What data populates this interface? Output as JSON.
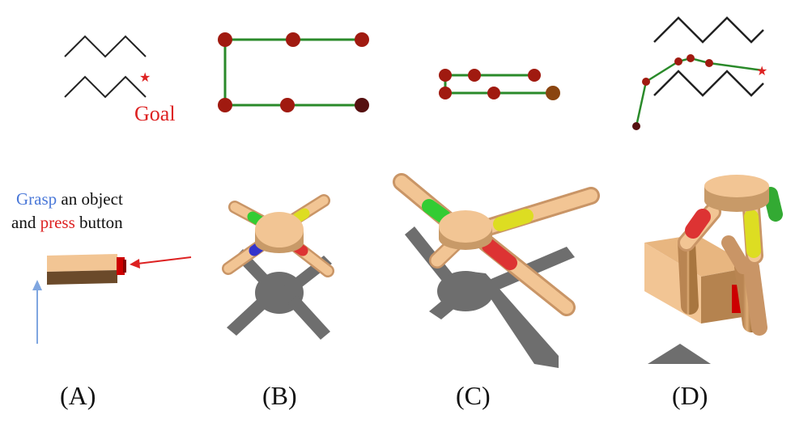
{
  "panel_a": {
    "goal_label": "Goal",
    "line1": {
      "word1": "Grasp",
      "rest": " an object"
    },
    "line2": {
      "word0": "and ",
      "word1": "press",
      "rest": " button"
    }
  },
  "captions": [
    "(A)",
    "(B)",
    "(C)",
    "(D)"
  ],
  "colors": {
    "red": "#dd2222",
    "blue": "#4a78d8",
    "green": "#2a8a2a",
    "node": "#a01a10",
    "node_dark": "#551010",
    "node_brown": "#8a4510",
    "body": "#f2c594",
    "body_shade": "#c89a68",
    "shadow": "#6e6e6e"
  }
}
